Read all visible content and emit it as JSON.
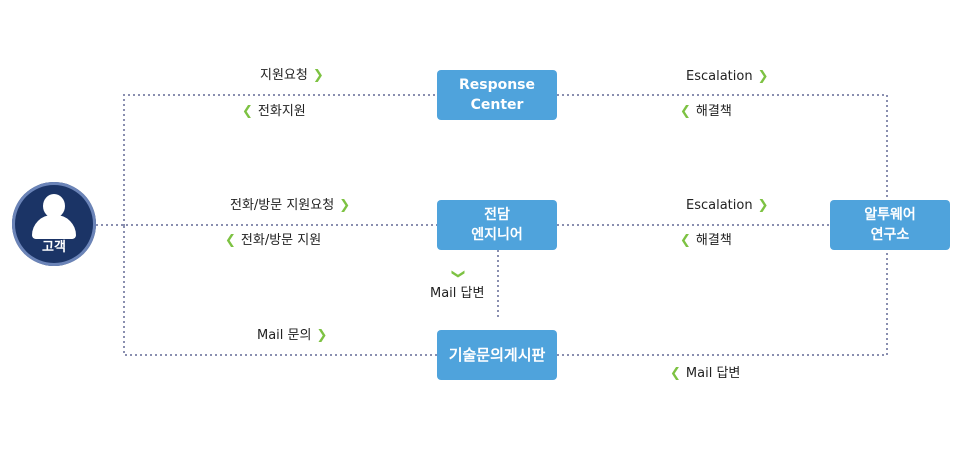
{
  "nodes": {
    "customer": "고객",
    "response_center": "Response\nCenter",
    "engineer": "전담\n엔지니어",
    "board": "기술문의게시판",
    "lab": "알투웨어\n연구소"
  },
  "labels": {
    "support_request": "지원요청",
    "phone_support": "전화지원",
    "escalation_top": "Escalation",
    "solution_top": "해결책",
    "visit_request": "전화/방문 지원요청",
    "visit_support": "전화/방문 지원",
    "escalation_mid": "Escalation",
    "solution_mid": "해결책",
    "mail_reply_engineer": "Mail 답변",
    "mail_inquiry": "Mail 문의",
    "mail_reply_lab": "Mail 답변"
  },
  "colors": {
    "node_fill": "#4fa3dc",
    "customer_fill": "#1b3466",
    "arrow": "#7dc242",
    "connector": "#8a8fb0"
  },
  "icons": {
    "customer": "user-icon",
    "arrow_right": "chevron-right-icon",
    "arrow_left": "chevron-left-icon",
    "arrow_down": "chevron-down-icon"
  }
}
